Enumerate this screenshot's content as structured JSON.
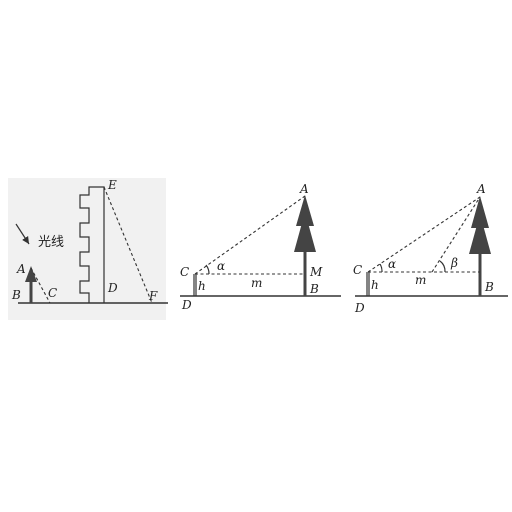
{
  "figure1": {
    "light_label": "光线",
    "labels": {
      "A": "A",
      "B": "B",
      "C": "C",
      "D": "D",
      "E": "E",
      "F": "F"
    }
  },
  "figure2": {
    "labels": {
      "A": "A",
      "C": "C",
      "M": "M",
      "B": "B",
      "D": "D",
      "h": "h",
      "m": "m",
      "alpha": "α"
    }
  },
  "figure3": {
    "labels": {
      "A": "A",
      "C": "C",
      "B": "B",
      "D": "D",
      "h": "h",
      "m": "m",
      "alpha": "α",
      "beta": "β"
    }
  }
}
